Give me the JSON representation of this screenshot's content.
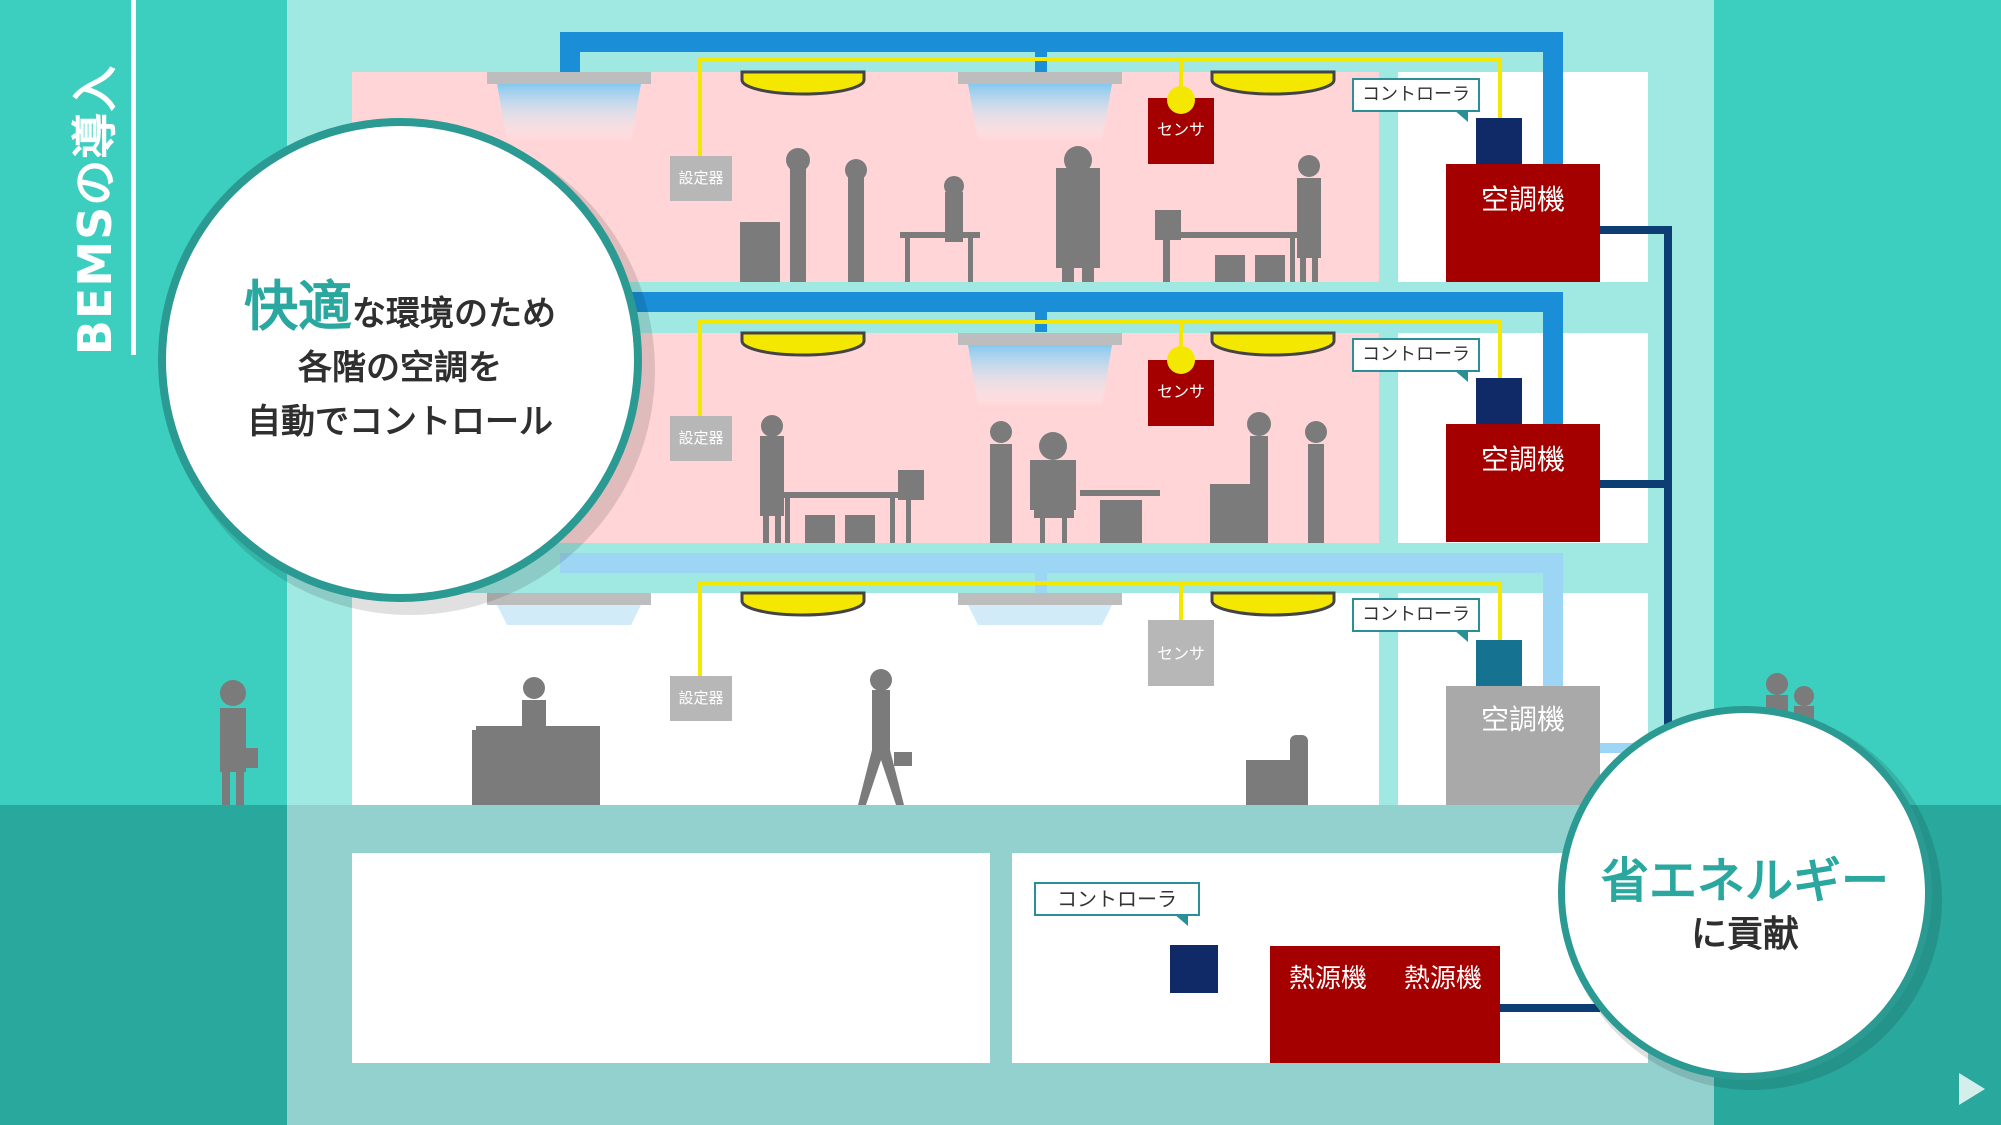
{
  "slide": {
    "title": "BEMSの導入"
  },
  "comfort_bubble": {
    "highlight": "快適",
    "line1_rest": "な環境のため",
    "line2": "各階の空調を",
    "line3": "自動でコントロール"
  },
  "energy_bubble": {
    "highlight": "省エネルギー",
    "line2": "に貢献"
  },
  "labels": {
    "controller": "コントローラ",
    "sensor": "センサ",
    "setting_device": "設定器",
    "air_conditioner": "空調機",
    "heat_source": "熱源機"
  },
  "floors": [
    {
      "name": "floor-3",
      "state": "active"
    },
    {
      "name": "floor-2",
      "state": "active"
    },
    {
      "name": "floor-1",
      "state": "inactive"
    }
  ],
  "colors": {
    "background": "#3ccfc0",
    "building": "#a0e8e2",
    "basement": "#93d1cf",
    "active_room": "#ffd5d7",
    "duct_active": "#1a8fd8",
    "duct_inactive": "#9dd6f5",
    "signal_line": "#f4e800",
    "unit_active": "#a50000",
    "unit_inactive": "#a9a9a9",
    "controller": "#0f2a66",
    "accent_text": "#2aa8a0"
  }
}
